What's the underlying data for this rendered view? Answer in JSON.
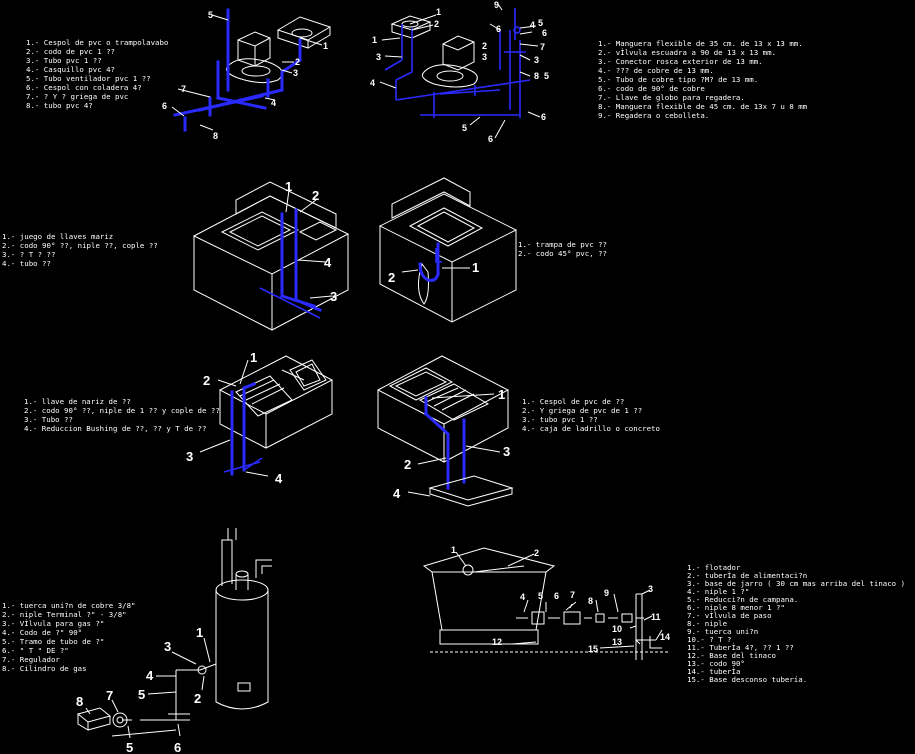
{
  "legends": {
    "toilet_drain": [
      "1.- Cespol de pvc o trampolavabo",
      "2.- codo de pvc 1 ??",
      "3.- Tubo pvc 1 ??",
      "4.- Casquillo pvc 4?",
      "5.- Tubo ventilador pvc 1 ??",
      "6.- Cespol con coladera 4?",
      "7.- ? Y ? griega de pvc",
      "8.- tubo pvc 4?"
    ],
    "toilet_supply": [
      "1.- Manguera flexible de 35 cm. de 13 x 13 mm.",
      "2.- vÌlvula escuadra a 90 de 13 x 13 mm.",
      "3.- Conector rosca exterior de 13 mm.",
      "4.- ??? de cobre de 13 mm.",
      "5.- Tubo de cobre tipo ?M? de 13 mm.",
      "6.- codo de 90° de cobre",
      "7.- Llave de globo para regadera.",
      "8.- Manguera flexible de 45 cm. de 13x 7 u 8 mm",
      "9.- Regadera o cebolleta."
    ],
    "sink_supply": [
      "1.- juego de llaves mariz",
      "2.- codo 90° ??, niple ??, cople ??",
      "3.- ? T ? ??",
      "4.- tubo ??"
    ],
    "sink_drain": [
      "1.- trampa de pvc ??",
      "2.- codo 45° pvc, ??"
    ],
    "laundry_supply": [
      "1.- llave de nariz de ??",
      "2.- codo 90° ??, niple de 1 ?? y cople de ??",
      "3.- Tubo ??",
      "4.- Reduccion Bushing de ??, ?? y T de ??"
    ],
    "laundry_drain": [
      "1.- Cespol de pvc de ??",
      "2.- Y griega de pvc de 1 ??",
      "3.- tubo pvc 1 ??",
      "4.- caja de ladrillo o concreto"
    ],
    "gas_heater": [
      "1.- tuerca uni?n de cobre 3/8\"",
      "2.- niple Terminal ?\" - 3/8\"",
      "3.- VÌlvula para gas ?\"",
      "4.- Codo de ?\" 90°",
      "5.- Tramo de tubo de ?\"",
      "6.- \" T \" DE ?\"",
      "7.- Regulador",
      "8.- Cilindro de gas"
    ],
    "tank": [
      "1.- flotador",
      "2.- tuberÌa de alimentaci?n",
      "3.- base de jarro ( 30 cm mas arriba del tinaco )",
      "4.- niple 1 ?\"",
      "5.- Reducci?n de campana.",
      "6.- niple 8 menor 1 ?\"",
      "7.- vÌlvula de paso",
      "8.- niple",
      "9.- tuerca uni?n",
      "10.- ? T ?",
      "11.- TuberÌa 4?, ?? 1 ??",
      "12.- Base del tinaco",
      "13.- codo 90°",
      "14.- tuberÌa",
      "15.- Base desconso tubería."
    ]
  },
  "callouts": {
    "toilet_drain": [
      "1",
      "2",
      "3",
      "4",
      "5",
      "6",
      "7",
      "8"
    ],
    "toilet_supply": [
      "1",
      "2",
      "3",
      "4",
      "5",
      "6",
      "7",
      "8",
      "9"
    ],
    "sink_supply": [
      "1",
      "2",
      "3",
      "4"
    ],
    "sink_drain": [
      "1",
      "2"
    ],
    "laundry_supply": [
      "1",
      "2",
      "3",
      "4"
    ],
    "laundry_drain": [
      "1",
      "2",
      "3",
      "4"
    ],
    "gas_heater": [
      "1",
      "2",
      "3",
      "4",
      "5",
      "6",
      "7",
      "8"
    ],
    "tank": [
      "1",
      "2",
      "3",
      "4",
      "5",
      "6",
      "7",
      "8",
      "9",
      "10",
      "11",
      "12",
      "13",
      "14",
      "15"
    ]
  }
}
